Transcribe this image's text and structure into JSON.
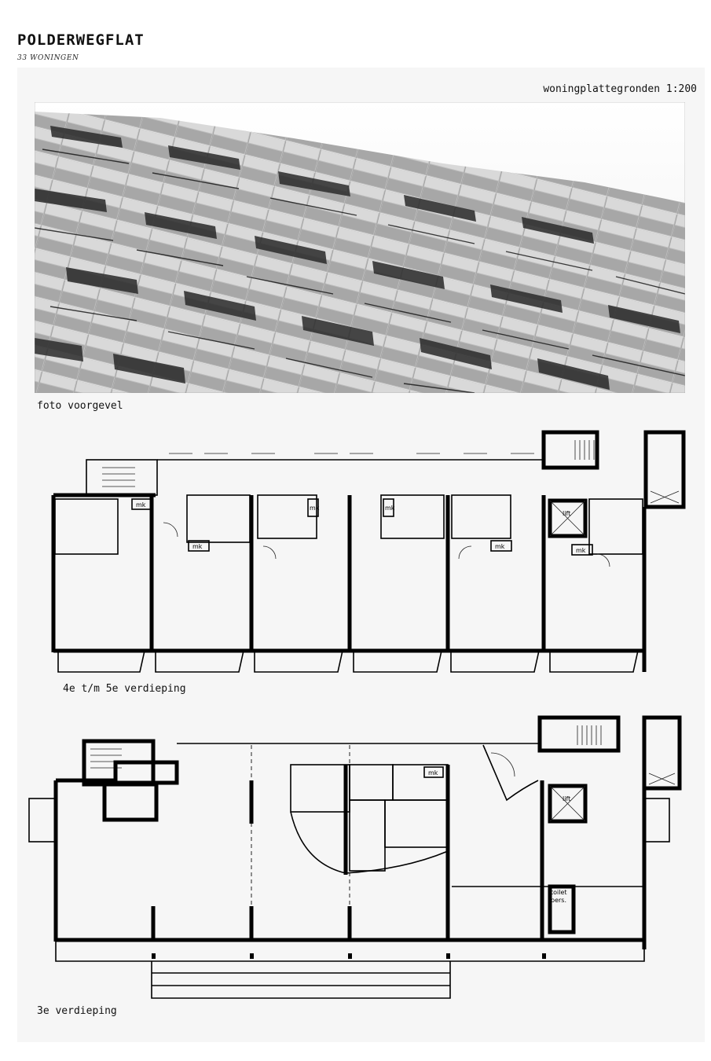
{
  "header": {
    "title": "POLDERWEGFLAT",
    "subtitle": "33 WONINGEN"
  },
  "sheet": {
    "scale_label": "woningplattegronden 1:200",
    "photo_caption": "foto voorgevel",
    "plan_upper_caption": "4e t/m 5e verdieping",
    "plan_lower_caption": "3e verdieping"
  },
  "plan_labels": {
    "meterkast": "mk",
    "lift": "lift",
    "toilet": "toilet",
    "personeel": "pers."
  },
  "colors": {
    "sheet_background": "#f6f6f6",
    "line": "#000000",
    "facade_light": "#d8d8d8",
    "facade_dark": "#2a2a2a"
  }
}
